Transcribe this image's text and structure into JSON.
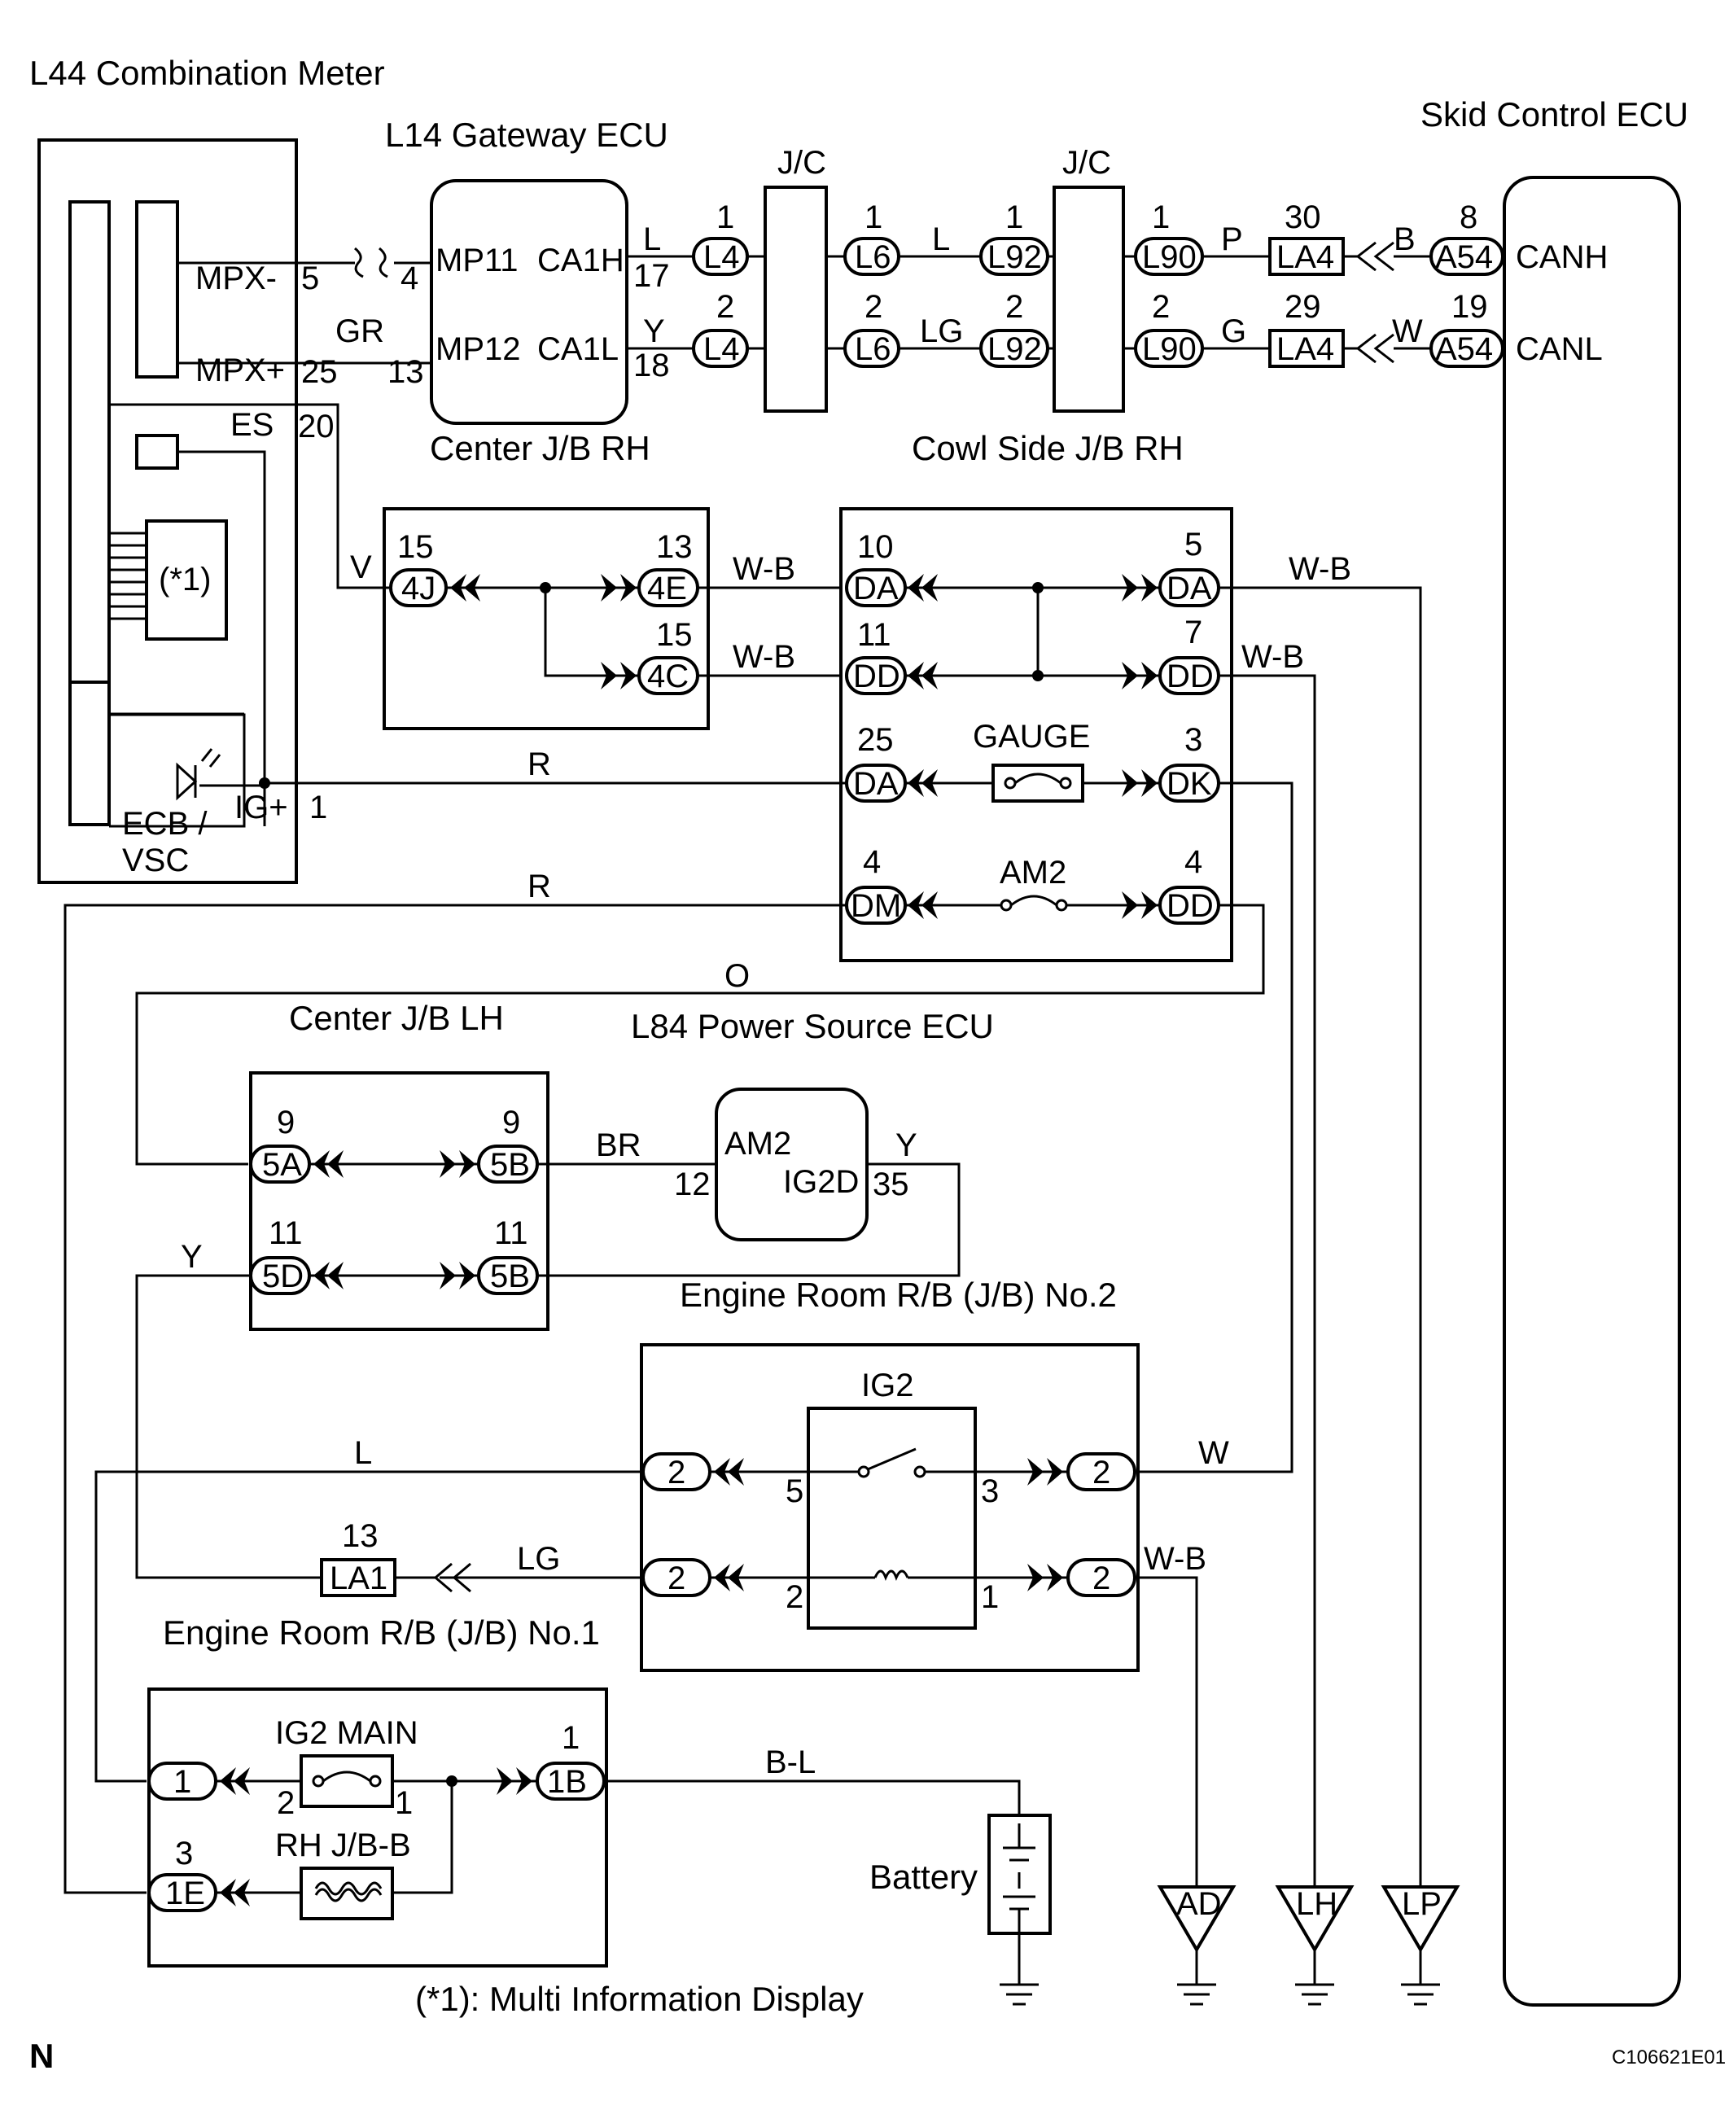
{
  "labels": {
    "combination_meter": "L44 Combination Meter",
    "gateway_ecu": "L14 Gateway ECU",
    "skid_ecu": "Skid Control ECU",
    "jc1": "J/C",
    "jc2": "J/C",
    "center_jb_rh": "Center J/B RH",
    "cowl_jb_rh": "Cowl Side J/B RH",
    "center_jb_lh": "Center J/B LH",
    "power_source_ecu": "L84 Power Source ECU",
    "engine_rb2": "Engine Room R/B (J/B) No.2",
    "engine_rb1": "Engine Room R/B (J/B) No.1",
    "battery": "Battery",
    "footnote": "(*1): Multi Information Display",
    "corner_n": "N",
    "code": "C106621E01",
    "mid": "(*1)",
    "ecb_vsc": "ECB /",
    "vsc": "VSC"
  },
  "pins": {
    "mpx_minus": "MPX-",
    "mpx_plus": "MPX+",
    "es": "ES",
    "ig_plus": "IG+",
    "mp11": "MP11",
    "ca1h": "CA1H",
    "mp12": "MP12",
    "ca1l": "CA1L",
    "canh": "CANH",
    "canl": "CANL",
    "am2": "AM2",
    "ig2d": "IG2D",
    "gauge": "GAUGE",
    "am2_fuse": "AM2",
    "ig2": "IG2",
    "ig2_main": "IG2 MAIN",
    "rh_jb_b": "RH J/B-B"
  },
  "connectors": {
    "l4a": "L4",
    "l4b": "L4",
    "l6a": "L6",
    "l6b": "L6",
    "l92a": "L92",
    "l92b": "L92",
    "l90a": "L90",
    "l90b": "L90",
    "la4a": "LA4",
    "la4b": "LA4",
    "a54a": "A54",
    "a54b": "A54",
    "c4j": "4J",
    "c4e": "4E",
    "c4c": "4C",
    "da10": "DA",
    "dd11": "DD",
    "da5": "DA",
    "dd7": "DD",
    "da25": "DA",
    "dk3": "DK",
    "dm4": "DM",
    "dd4": "DD",
    "c5a": "5A",
    "c5b9": "5B",
    "c5d": "5D",
    "c5b11": "5B",
    "r2a": "2",
    "r2b": "2",
    "r2c": "2",
    "r2d": "2",
    "la1": "LA1",
    "c1": "1",
    "c1b": "1B",
    "c1e": "1E",
    "gnd_ad": "AD",
    "gnd_lh": "LH",
    "gnd_lp": "LP"
  },
  "wires": {
    "l_top": "L",
    "l_top2": "L",
    "p": "P",
    "b": "B",
    "gr": "GR",
    "y_top": "Y",
    "lg_top": "LG",
    "g": "G",
    "w_top": "W",
    "v": "V",
    "wb1": "W-B",
    "wb2": "W-B",
    "wb3": "W-B",
    "wb4": "W-B",
    "r1": "R",
    "r2": "R",
    "o": "O",
    "br": "BR",
    "y_ecu": "Y",
    "y_left": "Y",
    "l_mid": "L",
    "w_right": "W",
    "lg_mid": "LG",
    "wb5": "W-B",
    "bl": "B-L"
  },
  "numbers": {
    "n5": "5",
    "n4": "4",
    "n25": "25",
    "n13": "13",
    "n20": "20",
    "n1_ig": "1",
    "n17": "17",
    "n18": "18",
    "l4_1": "1",
    "l4_2": "2",
    "l6_1": "1",
    "l6_2": "2",
    "l92_1": "1",
    "l92_2": "2",
    "l90_1": "1",
    "l90_2": "2",
    "la4_30": "30",
    "la4_29": "29",
    "a54_8": "8",
    "a54_19": "19",
    "c4j_15": "15",
    "c4e_13": "13",
    "c4c_15": "15",
    "da_10": "10",
    "dd_11": "11",
    "da_5": "5",
    "dd_7": "7",
    "da_25": "25",
    "dk_3": "3",
    "dm_4": "4",
    "dd_4": "4",
    "c5a_9": "9",
    "c5b_9": "9",
    "c5d_11": "11",
    "c5b_11": "11",
    "ecu_12": "12",
    "ecu_35": "35",
    "ig2_5": "5",
    "ig2_3": "3",
    "ig2_2": "2",
    "ig2_1": "1",
    "la1_13": "13",
    "f_2": "2",
    "f_1": "1",
    "c1b_1": "1",
    "c1e_3": "3"
  }
}
